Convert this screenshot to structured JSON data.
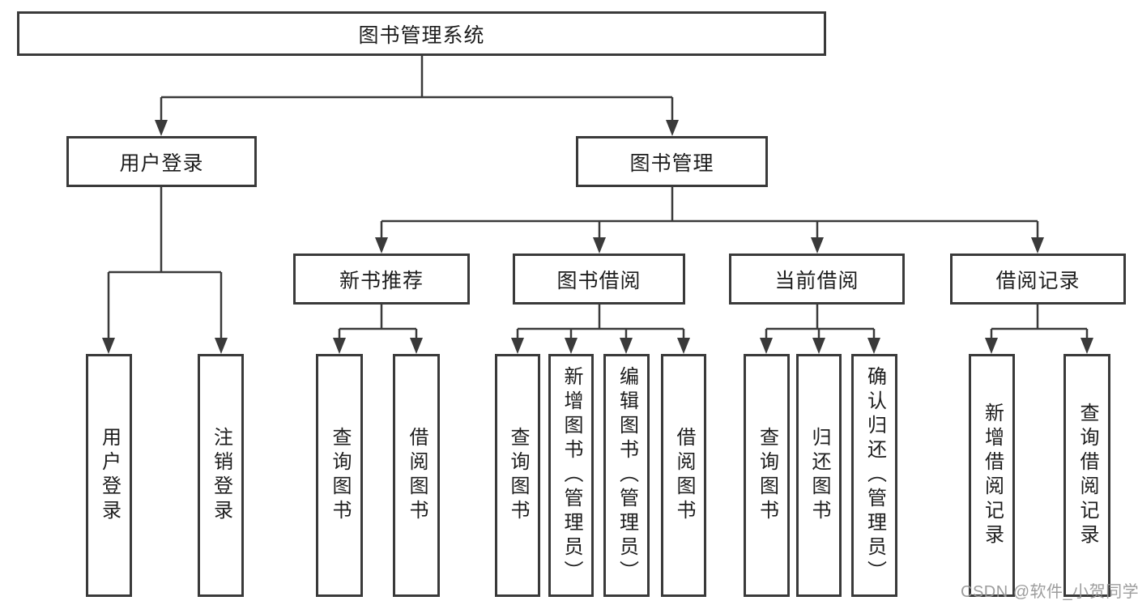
{
  "colors": {
    "line": "#3a3a3a",
    "border": "#3a3a3a",
    "text": "#1d1d1d",
    "background": "#ffffff",
    "watermark": "#989898"
  },
  "tree": {
    "root": {
      "label": "图书管理系统"
    },
    "branches": [
      {
        "label": "用户登录",
        "children": [
          {
            "label": "用户登录"
          },
          {
            "label": "注销登录"
          }
        ]
      },
      {
        "label": "图书管理",
        "children": [
          {
            "label": "新书推荐",
            "children": [
              {
                "label": "查询图书"
              },
              {
                "label": "借阅图书"
              }
            ]
          },
          {
            "label": "图书借阅",
            "children": [
              {
                "label": "查询图书"
              },
              {
                "label": "新增图书（管理员）"
              },
              {
                "label": "编辑图书（管理员）"
              },
              {
                "label": "借阅图书"
              }
            ]
          },
          {
            "label": "当前借阅",
            "children": [
              {
                "label": "查询图书"
              },
              {
                "label": "归还图书"
              },
              {
                "label": "确认归还（管理员）"
              }
            ]
          },
          {
            "label": "借阅记录",
            "children": [
              {
                "label": "新增借阅记录"
              },
              {
                "label": "查询借阅记录"
              }
            ]
          }
        ]
      }
    ]
  },
  "watermark": {
    "text": "CSDN @软件_小贺同学"
  }
}
